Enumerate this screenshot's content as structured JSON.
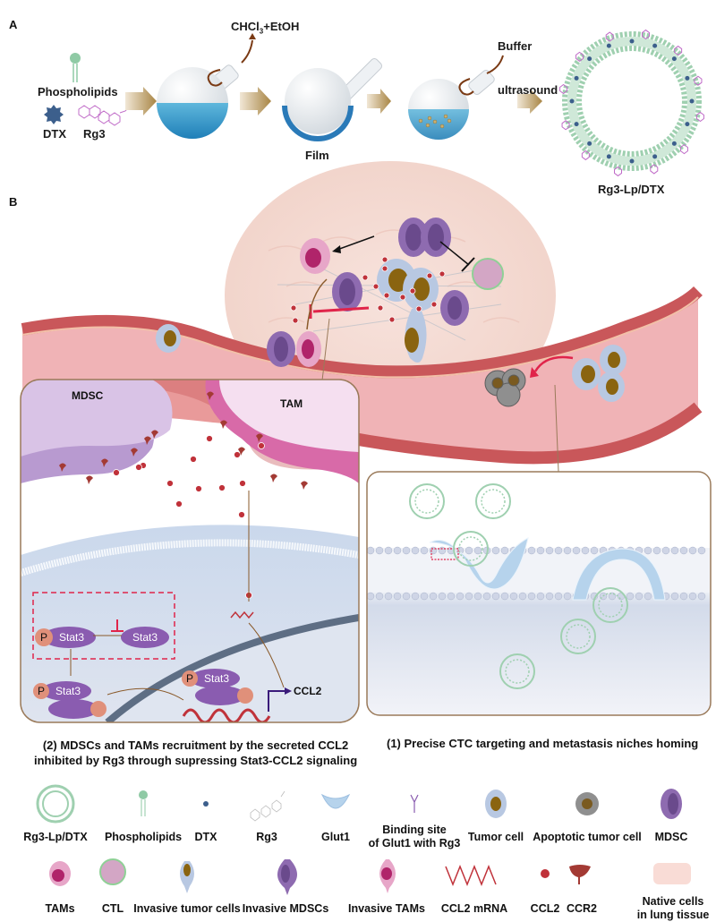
{
  "panel_a": {
    "letter": "A",
    "labels": {
      "phospholipids": "Phospholipids",
      "dtx": "DTX",
      "rg3": "Rg3",
      "solvent": "CHCl",
      "solvent_sub": "3",
      "solvent_rest": "+EtOH",
      "film": "Film",
      "buffer": "Buffer",
      "ultrasound": "ultrasound",
      "product": "Rg3-Lp/DTX"
    }
  },
  "panel_b": {
    "letter": "B",
    "inset_left": {
      "mdsc_label": "MDSC",
      "tam_label": "TAM",
      "stat3": "Stat3",
      "p": "P",
      "ccl2": "CCL2",
      "caption_line1": "(2) MDSCs and TAMs recruitment by the secreted CCL2",
      "caption_line2": "inhibited by Rg3 through supressing Stat3-CCL2 signaling"
    },
    "inset_right": {
      "caption": "(1) Precise CTC targeting and metastasis niches homing"
    }
  },
  "legend": {
    "row1": [
      {
        "icon": "liposome-icon",
        "label": "Rg3-Lp/DTX"
      },
      {
        "icon": "phospholipid-icon",
        "label": "Phospholipids"
      },
      {
        "icon": "dtx-icon",
        "label": "DTX"
      },
      {
        "icon": "rg3-molecule-icon",
        "label": "Rg3"
      },
      {
        "icon": "glut1-icon",
        "label": "Glut1"
      },
      {
        "icon": "binding-site-icon",
        "label": "Binding site\nof Glut1 with Rg3"
      },
      {
        "icon": "tumor-cell-icon",
        "label": "Tumor cell"
      },
      {
        "icon": "apoptotic-cell-icon",
        "label": "Apoptotic tumor cell"
      },
      {
        "icon": "mdsc-icon",
        "label": "MDSC"
      }
    ],
    "row2": [
      {
        "icon": "tam-icon",
        "label": "TAMs"
      },
      {
        "icon": "ctl-icon",
        "label": "CTL"
      },
      {
        "icon": "invasive-tumor-icon",
        "label": "Invasive tumor cells"
      },
      {
        "icon": "invasive-mdsc-icon",
        "label": "Invasive MDSCs"
      },
      {
        "icon": "invasive-tam-icon",
        "label": "Invasive TAMs"
      },
      {
        "icon": "mrna-icon",
        "label": "CCL2 mRNA"
      },
      {
        "icon": "ccl2-icon",
        "label": "CCL2"
      },
      {
        "icon": "ccr2-icon",
        "label": "CCR2"
      },
      {
        "icon": "native-cell-icon",
        "label": "Native cells\nin lung tissue"
      }
    ]
  },
  "colors": {
    "vessel_wall": "#c9575a",
    "vessel_lumen": "#f0b3b6",
    "mdsc": "#8e6bb0",
    "tam": "#c0307a",
    "stat3": "#8a5cb0",
    "phospho": "#e0907a",
    "ccl2": "#b8323a",
    "liposome": "#8cc7a0",
    "inset_border": "#9a7a5a",
    "arrow_gold": "#a88a55"
  }
}
